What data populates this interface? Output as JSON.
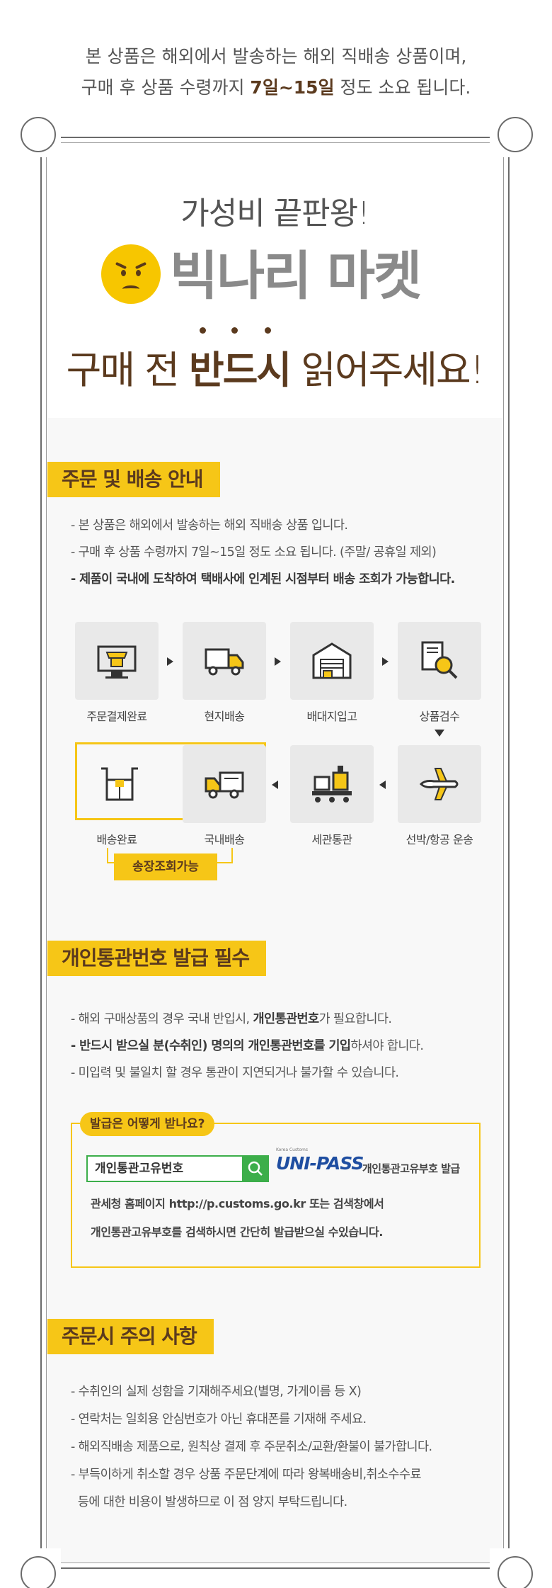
{
  "top_notice": {
    "line1": "본 상품은 해외에서 발송하는 해외 직배송 상품이며,",
    "line2_pre": "구매 후 상품 수령까지 ",
    "line2_bold": "7일~15일",
    "line2_post": " 정도 소요 됩니다."
  },
  "header": {
    "tagline": "가성비 끝판왕!",
    "brand": "빅나리 마켓",
    "must_pre": "구매 전 ",
    "must_bold": "반드시",
    "must_post": " 읽어주세요!"
  },
  "section1": {
    "title": "주문 및 배송 안내",
    "bullets": [
      "- 본 상품은 해외에서 발송하는 해외 직배송 상품 입니다.",
      "- 구매 후 상품 수령까지 7일~15일 정도 소요 됩니다. (주말/ 공휴일 제외)",
      "- 제품이 국내에 도착하여 택배사에 인계된 시점부터 배송 조회가 가능합니다."
    ],
    "steps": [
      {
        "label": "주문결제완료",
        "icon": "shop-screen-icon"
      },
      {
        "label": "현지배송",
        "icon": "truck-icon"
      },
      {
        "label": "배대지입고",
        "icon": "warehouse-icon"
      },
      {
        "label": "상품검수",
        "icon": "inspect-magnifier-icon"
      },
      {
        "label": "선박/항공 운송",
        "icon": "airplane-icon"
      },
      {
        "label": "세관통관",
        "icon": "conveyor-icon"
      },
      {
        "label": "국내배송",
        "icon": "truck-icon"
      },
      {
        "label": "배송완료",
        "icon": "box-hands-icon"
      }
    ],
    "track_badge": "송장조회가능"
  },
  "section2": {
    "title": "개인통관번호 발급 필수",
    "bullets": [
      {
        "pre": "- 해외 구매상품의 경우 국내 반입시, ",
        "bold": "개인통관번호",
        "post": "가 필요합니다."
      },
      {
        "pre": "",
        "bold": "- 반드시 받으실 분(수취인) 명의의 개인통관번호를 기입",
        "post": "하셔야 합니다."
      },
      {
        "pre": "- 미입력 및 불일치 할 경우 통관이 지연되거나 불가할 수 있습니다.",
        "bold": "",
        "post": ""
      }
    ],
    "how_badge": "발급은 어떻게 받나요?",
    "search_value": "개인통관고유번호",
    "unipass_logo": "UNI-PASS",
    "unipass_sub": "Korea Customs",
    "unipass_label": "개인통관고유부호 발급",
    "how_line1": "관세청 홈페이지 http://p.customs.go.kr 또는 검색창에서",
    "how_line2": "개인통관고유부호를 검색하시면 간단히 발급받으실 수있습니다."
  },
  "section3": {
    "title": "주문시 주의 사항",
    "bullets": [
      "- 수취인의 실제 성함을 기재해주세요(별명, 가게이름 등 X)",
      "- 연락처는 일회용 안심번호가 아닌 휴대폰를 기재해 주세요.",
      "- 해외직배송 제품으로, 원칙상 결제 후 주문취소/교환/환불이 불가합니다.",
      "- 부득이하게 취소할 경우 상품 주문단계에 따라 왕복배송비,취소수수료",
      "  등에 대한 비용이 발생하므로 이 점 양지 부탁드립니다."
    ]
  },
  "colors": {
    "accent": "#f6c617",
    "brown": "#5b3a1e",
    "green": "#3cae4a",
    "unipass_blue": "#1f4ea1"
  }
}
